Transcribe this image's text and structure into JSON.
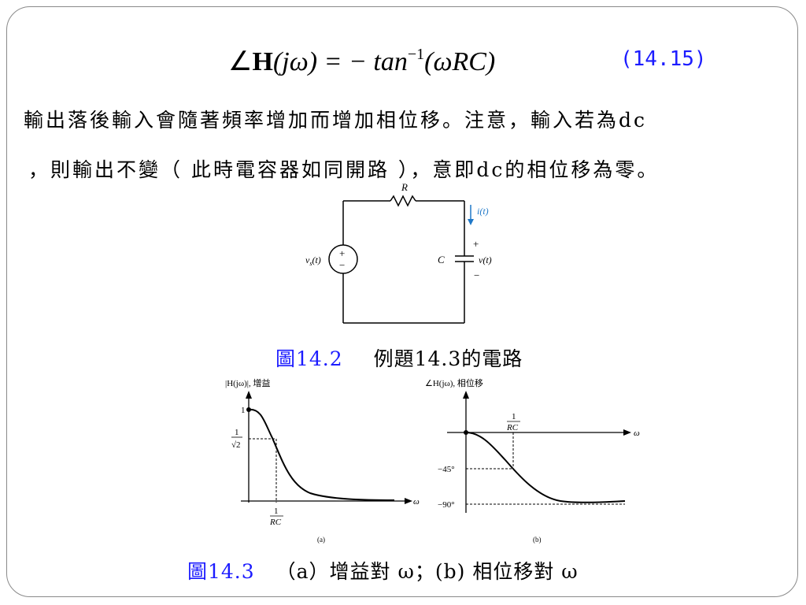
{
  "equation": {
    "angle": "∠",
    "H": "H",
    "body": "(jω) = − tan",
    "sup": "−1",
    "tail": "(ωRC)",
    "number": "(14.15)"
  },
  "paragraph": {
    "line1": "輸出落後輸入會隨著頻率增加而增加相位移。注意，輸入若為dc",
    "line2": "，則輸出不變（ 此時電容器如同開路 ），意即dc的相位移為零。"
  },
  "circuit": {
    "resistor": "R",
    "current": "i(t)",
    "capacitor": "C",
    "plus": "+",
    "output": "v(t)",
    "minus": "−",
    "source": "vs(t)",
    "source_sub": "s",
    "source_plus": "+",
    "source_minus": "−"
  },
  "caption1": {
    "label": "圖14.2",
    "text": "例題14.3的電路"
  },
  "plot_a": {
    "title": "|H(jω)|, 增益",
    "y_top": "1",
    "y_mid_num": "1",
    "y_mid_den": "√2",
    "x_tick_num": "1",
    "x_tick_den": "RC",
    "x_axis": "ω",
    "sub": "(a)"
  },
  "plot_b": {
    "title": "∠H(jω), 相位移",
    "x_tick_num": "1",
    "x_tick_den": "RC",
    "y_45": "−45°",
    "y_90": "−90°",
    "x_axis": "ω",
    "sub": "(b)"
  },
  "caption2": {
    "label": "圖14.3",
    "text": "（a）增益對 ω；(b) 相位移對 ω"
  }
}
